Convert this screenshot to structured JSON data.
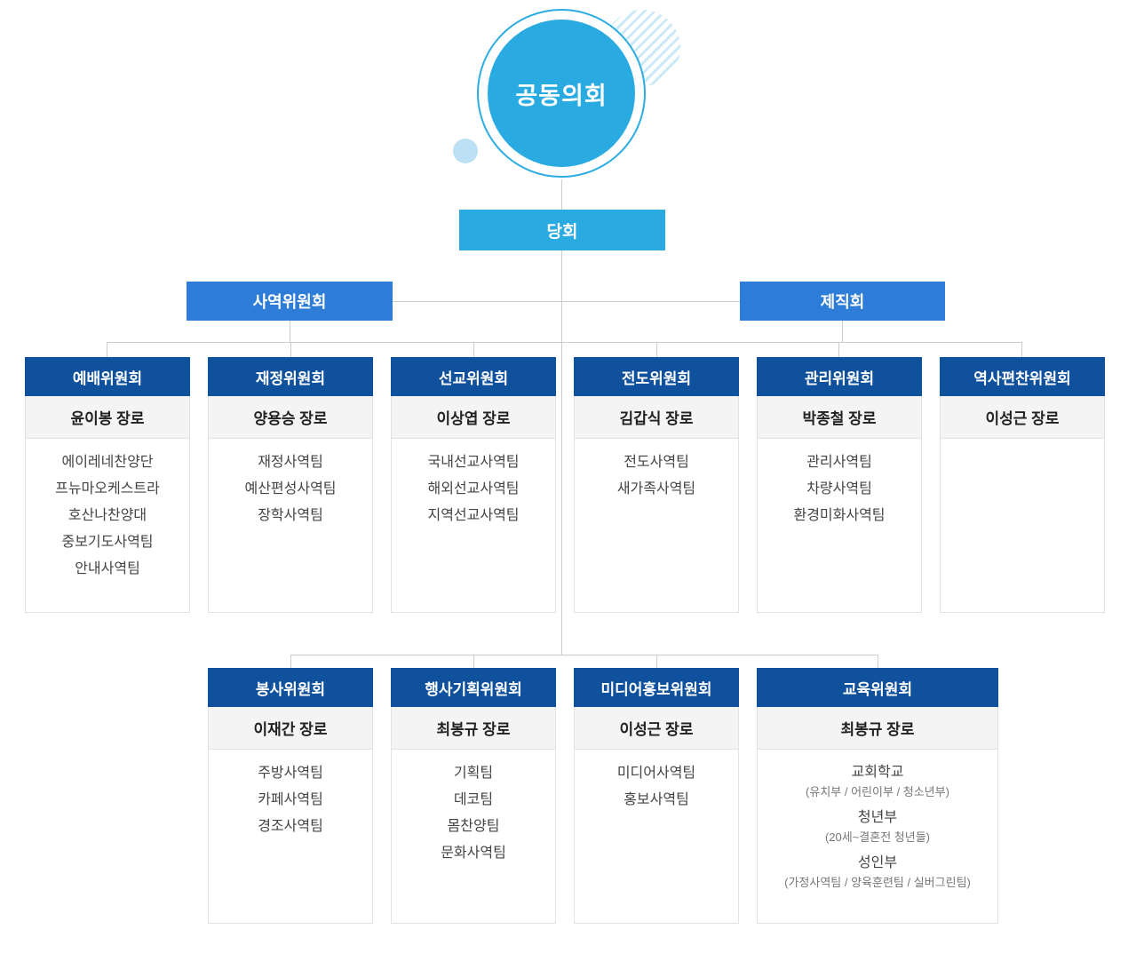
{
  "colors": {
    "cyan": "#29abe2",
    "blue": "#2d7dd8",
    "navy": "#10519e",
    "connector": "#cccccc"
  },
  "root": {
    "label": "공동의회"
  },
  "session": {
    "label": "당회"
  },
  "branches": [
    {
      "label": "사역위원회"
    },
    {
      "label": "제직회"
    }
  ],
  "committees_row1": [
    {
      "title": "예배위원회",
      "leader": "윤이봉 장로",
      "teams": [
        "에이레네찬양단",
        "프뉴마오케스트라",
        "호산나찬양대",
        "중보기도사역팀",
        "안내사역팀"
      ]
    },
    {
      "title": "재정위원회",
      "leader": "양용승 장로",
      "teams": [
        "재정사역팀",
        "예산편성사역팀",
        "장학사역팀"
      ]
    },
    {
      "title": "선교위원회",
      "leader": "이상엽 장로",
      "teams": [
        "국내선교사역팀",
        "해외선교사역팀",
        "지역선교사역팀"
      ]
    },
    {
      "title": "전도위원회",
      "leader": "김갑식 장로",
      "teams": [
        "전도사역팀",
        "새가족사역팀"
      ]
    },
    {
      "title": "관리위원회",
      "leader": "박종철 장로",
      "teams": [
        "관리사역팀",
        "차량사역팀",
        "환경미화사역팀"
      ]
    },
    {
      "title": "역사편찬위원회",
      "leader": "이성근 장로",
      "teams": []
    }
  ],
  "committees_row2": [
    {
      "title": "봉사위원회",
      "leader": "이재간 장로",
      "teams": [
        "주방사역팀",
        "카페사역팀",
        "경조사역팀"
      ]
    },
    {
      "title": "행사기획위원회",
      "leader": "최봉규 장로",
      "teams": [
        "기획팀",
        "데코팀",
        "몸찬양팀",
        "문화사역팀"
      ]
    },
    {
      "title": "미디어홍보위원회",
      "leader": "이성근 장로",
      "teams": [
        "미디어사역팀",
        "홍보사역팀"
      ]
    },
    {
      "title": "교육위원회",
      "leader": "최봉규 장로",
      "groups": [
        {
          "main": "교회학교",
          "sub": "(유치부 / 어린이부 / 청소년부)"
        },
        {
          "main": "청년부",
          "sub": "(20세~결혼전 청년들)"
        },
        {
          "main": "성인부",
          "sub": "(가정사역팀 / 양육훈련팀 / 실버그린팀)"
        }
      ]
    }
  ]
}
